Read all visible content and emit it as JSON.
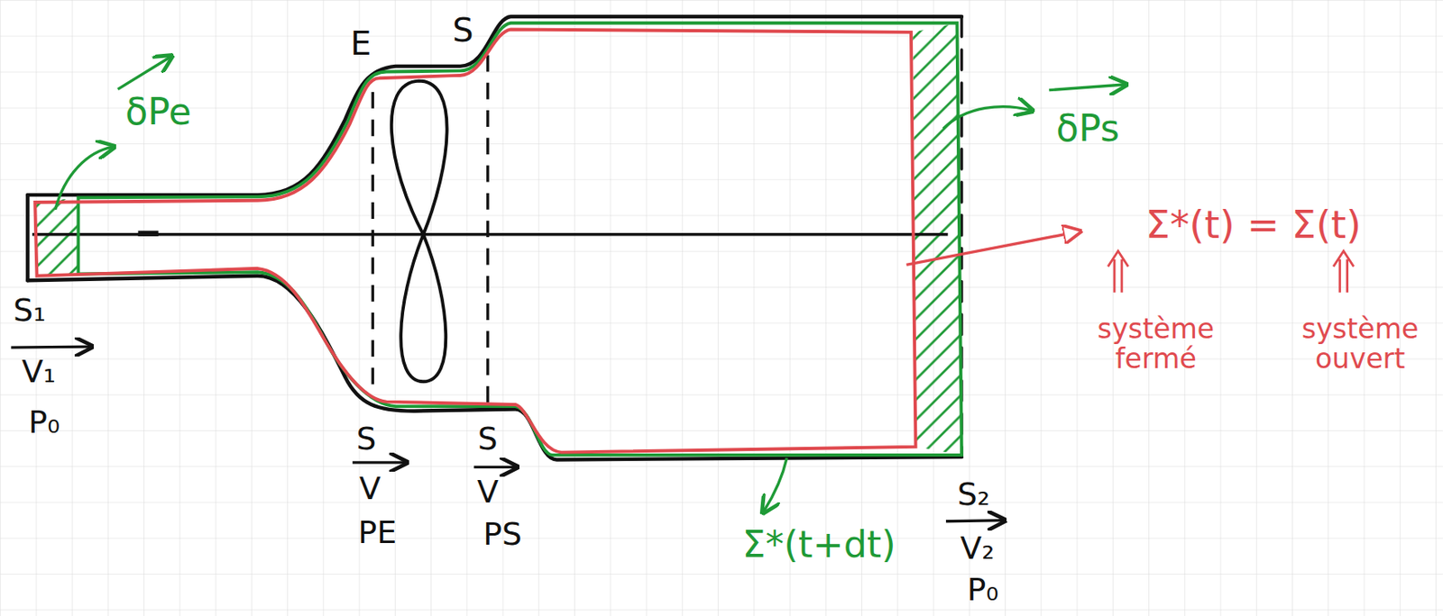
{
  "diagram": {
    "labels": [
      "E",
      "S",
      "δPe",
      "δPs",
      "Σ*(t) = Σ(t)",
      "système fermé",
      "système ouvert",
      "Σ*(t+dt)",
      "S₁",
      "V₁",
      "P₀",
      "S",
      "V",
      "PE",
      "S",
      "V",
      "PS",
      "S₂",
      "V₂",
      "P₀"
    ]
  }
}
